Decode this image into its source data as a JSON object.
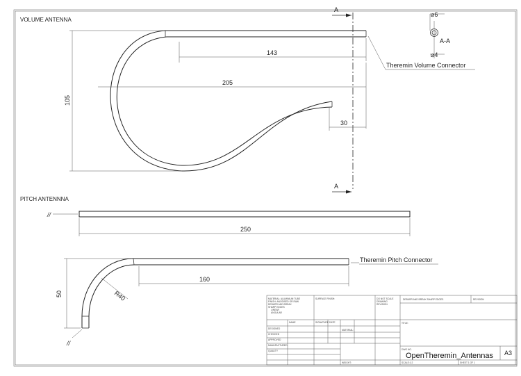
{
  "sections": {
    "volume_title": "VOLUME ANTENNA",
    "pitch_title": "PITCH ANTENNNA"
  },
  "volume": {
    "dim_143": "143",
    "dim_205": "205",
    "dim_105": "105",
    "dim_30": "30",
    "connector_label": "Theremin Volume Connector",
    "section_marker_top": "A",
    "section_marker_bottom": "A"
  },
  "section_view": {
    "dia_top": "⌀6",
    "dia_bottom": "⌀4",
    "label": "A-A"
  },
  "pitch": {
    "dim_250": "250",
    "dim_160": "160",
    "dim_50": "50",
    "radius": "R40",
    "connector_label": "Theremin Pitch Connector",
    "break_symbol_top": "//",
    "break_symbol_bottom": "//"
  },
  "title_block": {
    "material_notes": [
      "MATERIAL: ALUMINIUM TUBE",
      "FINISH: ANODISED OR RAW",
      "DEBURR AND BREAK",
      "SHARP EDGES",
      "LINEAR",
      "ANGULAR"
    ],
    "surface_finish": "SURFACE FINISH:",
    "do_not_scale": [
      "DO NOT SCALE",
      "DRAWING",
      "REVISION"
    ],
    "edge_finish": "DEBURR AND BREAK SHARP EDGES",
    "revision": "REVISION",
    "col_name": "NAME",
    "col_signature": "SIGNATURE",
    "col_date": "DATE",
    "rows": [
      "DESIGNED",
      "CHECKED",
      "APPROVED",
      "MANUFACTURED",
      "QUALITY"
    ],
    "material_label": "MATERIAL:",
    "weight_label": "WEIGHT:",
    "title_label": "TITLE:",
    "dwg_no_label": "DWG NO.",
    "drawing_title": "OpenTheremin_Antennas",
    "sheet_size": "A3",
    "scale_label": "SCALE:1:2",
    "sheet_label": "SHEET 1 OF 1"
  }
}
